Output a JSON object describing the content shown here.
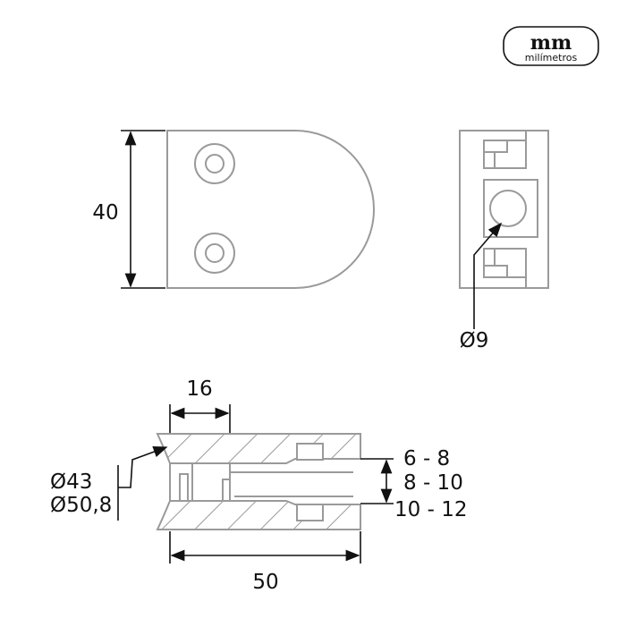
{
  "logo": {
    "mark": "mm",
    "unit": "milímetros"
  },
  "front_view": {
    "height_label": "40"
  },
  "side_view": {
    "hole_label": "Ø9"
  },
  "section_view": {
    "depth_label": "16",
    "length_label": "50",
    "tube_diameters": [
      "Ø43",
      "Ø50,8"
    ],
    "glass_thickness": [
      "6 - 8",
      "8 - 10",
      "10 - 12"
    ]
  }
}
